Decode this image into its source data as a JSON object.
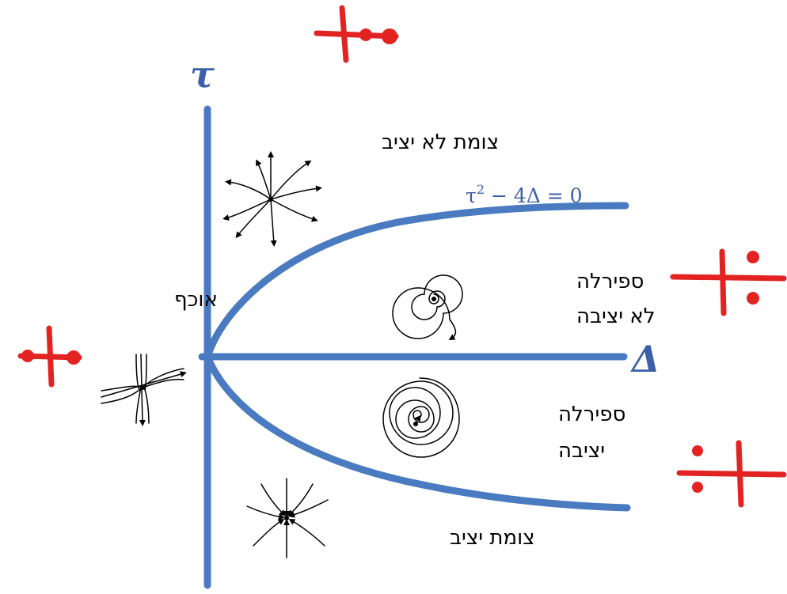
{
  "axes": {
    "vertical_label": "τ",
    "horizontal_label": "Δ"
  },
  "curve_equation": {
    "main": "τ",
    "sup": "2",
    "rest": " − 4Δ = 0"
  },
  "regions": {
    "unstable_node": "צומת לא יציב",
    "saddle": "אוכף",
    "unstable_spiral_line1": "ספירלה",
    "unstable_spiral_line2": "לא יציבה",
    "stable_spiral_line1": "ספירלה",
    "stable_spiral_line2": "יציבה",
    "stable_node": "צומת יציב"
  },
  "colors": {
    "axis_blue": "#4a7bc0",
    "annotation_red": "#e32222"
  }
}
